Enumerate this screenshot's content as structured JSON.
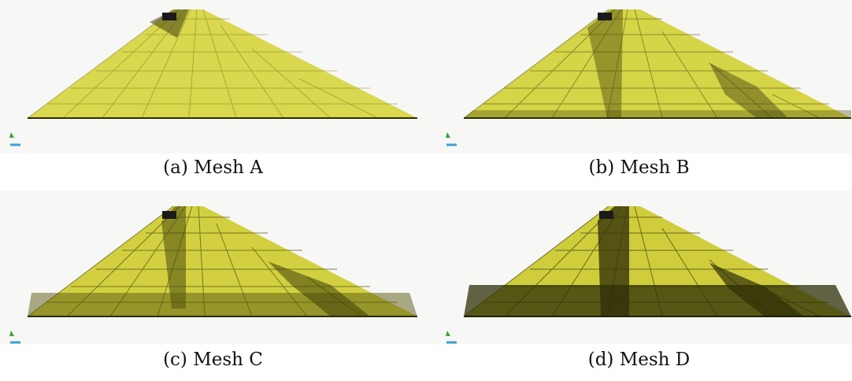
{
  "panels": [
    {
      "caption": "(a) Mesh A",
      "base_color": "#d8d84a",
      "dark_color": "#5a5a12",
      "density": 0.18
    },
    {
      "caption": "(b) Mesh B",
      "base_color": "#d4d240",
      "dark_color": "#555510",
      "density": 0.35
    },
    {
      "caption": "(c) Mesh C",
      "base_color": "#cfcd3c",
      "dark_color": "#4f4f0e",
      "density": 0.55
    },
    {
      "caption": "(d) Mesh D",
      "base_color": "#c8c63a",
      "dark_color": "#3f3f0a",
      "density": 0.75
    }
  ]
}
